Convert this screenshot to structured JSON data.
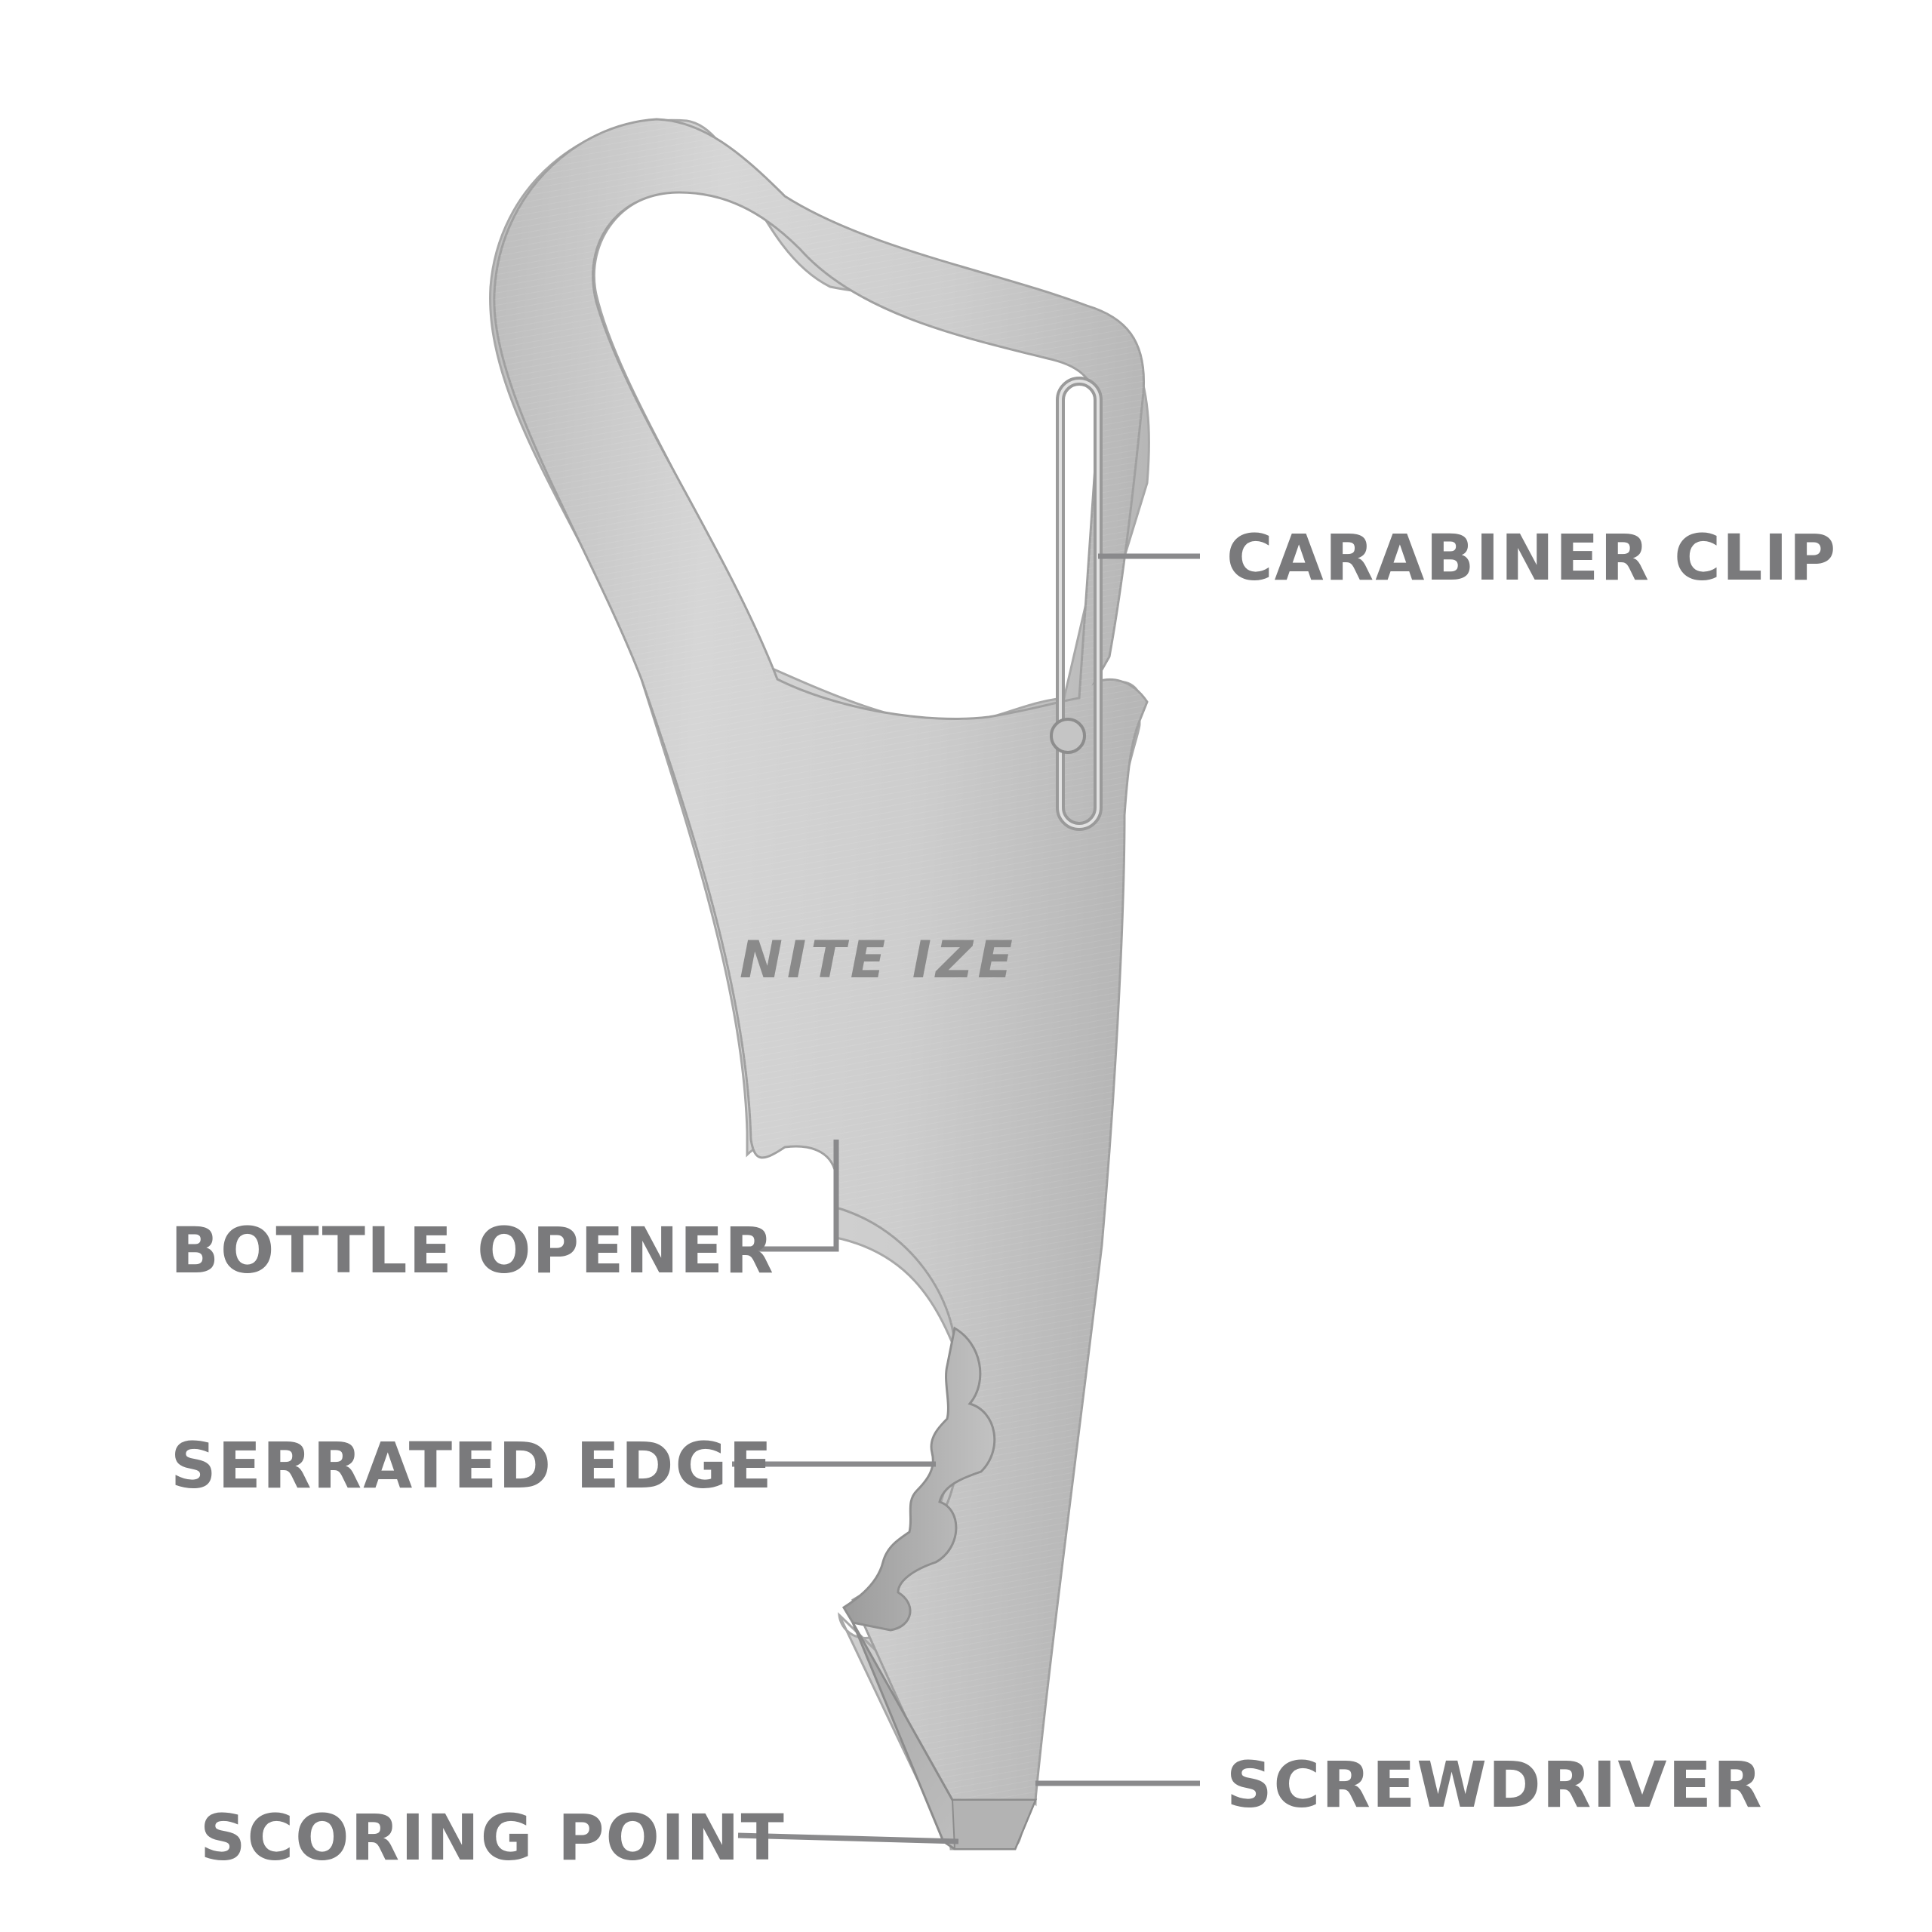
{
  "product": {
    "name": "carabiner multi-tool",
    "logo_text": "NITE IZE",
    "colors": {
      "metal": "#cfcfcf",
      "metal_dark": "#a9a9a9",
      "label": "#7a7a7c",
      "leader": "#8a8a8c",
      "background": "#ffffff"
    }
  },
  "callouts": {
    "carabiner_clip": "CARABINER CLIP",
    "bottle_opener": "BOTTLE OPENER",
    "serrated_edge": "SERRATED EDGE",
    "screwdriver": "SCREWDRIVER",
    "scoring_point": "SCORING POINT"
  }
}
